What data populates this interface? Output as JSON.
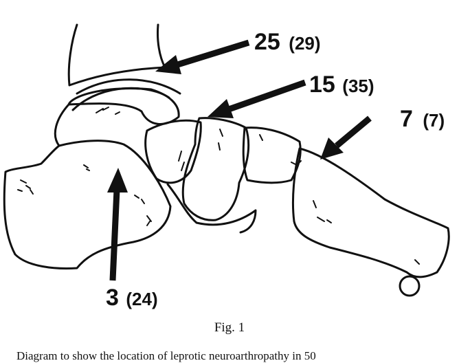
{
  "figure": {
    "title": "Fig. 1",
    "description": "Diagram to show the location of leprotic neuroarthropathy in 50"
  },
  "arrows": [
    {
      "id": "a1",
      "count": "25",
      "paren": "(29)"
    },
    {
      "id": "a2",
      "count": "15",
      "paren": "(35)"
    },
    {
      "id": "a3",
      "count": "7",
      "paren": "(7)"
    },
    {
      "id": "a4",
      "count": "3",
      "paren": "(24)"
    }
  ]
}
